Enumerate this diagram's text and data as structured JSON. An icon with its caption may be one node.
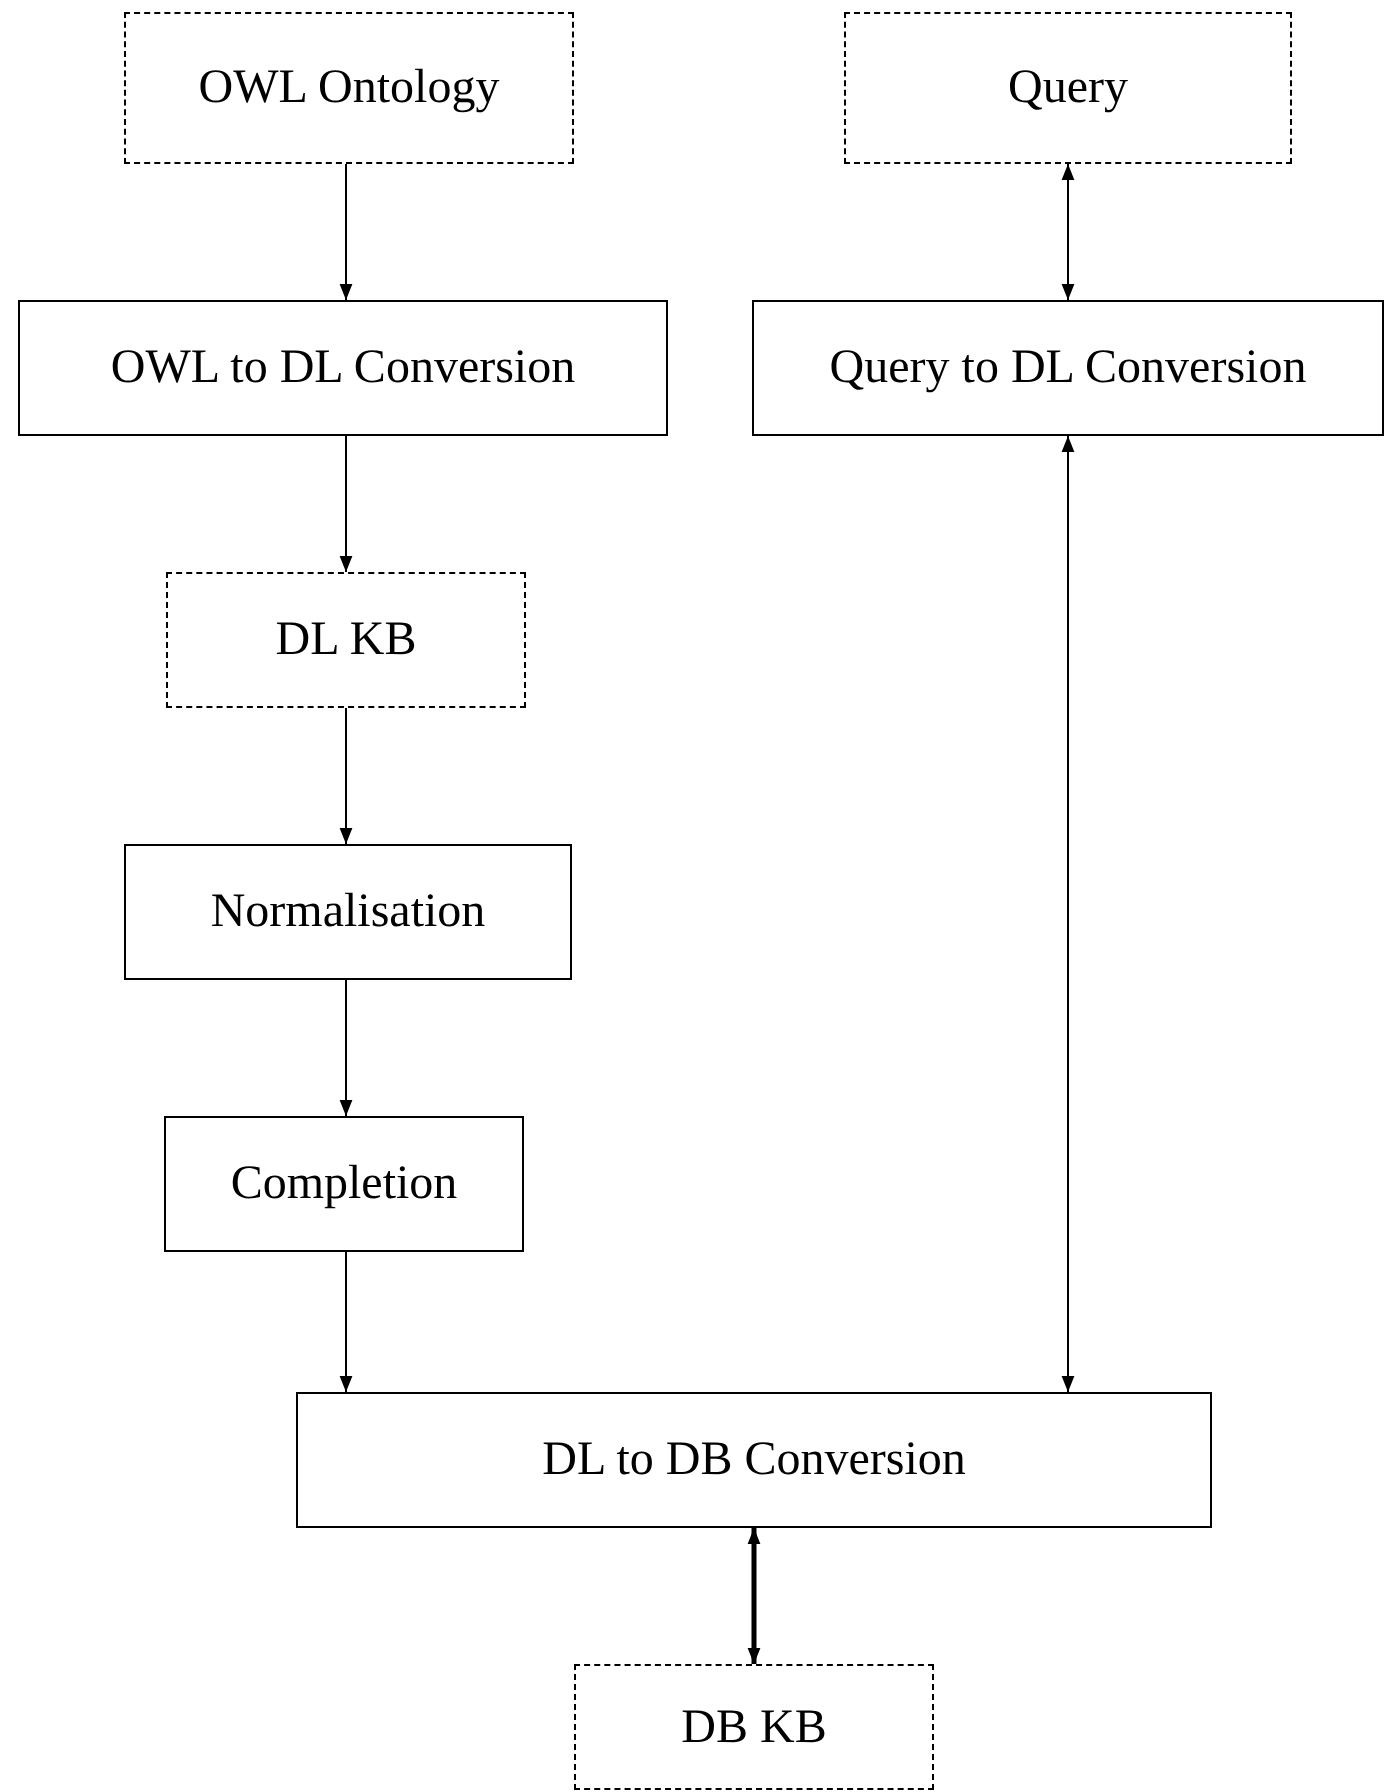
{
  "diagram": {
    "nodes": [
      {
        "text": [
          "OWL Ontology"
        ]
      },
      {
        "text": [
          "Query"
        ]
      },
      {
        "text": [
          "OWL to DL Conversion"
        ]
      },
      {
        "text": [
          "Query to DL Conversion"
        ]
      },
      {
        "text": [
          "DL KB"
        ]
      },
      {
        "text": [
          "Normalisation"
        ]
      },
      {
        "text": [
          "Completion"
        ]
      },
      {
        "text": [
          "DL to DB Conversion"
        ]
      },
      {
        "text": [
          "DB KB"
        ]
      }
    ],
    "edges": [
      {
        "from": 0,
        "to": 2,
        "arrow": "to"
      },
      {
        "from": 1,
        "to": 3,
        "arrow": "both"
      },
      {
        "from": 2,
        "to": 4,
        "arrow": "to"
      },
      {
        "from": 4,
        "to": 5,
        "arrow": "to"
      },
      {
        "from": 5,
        "to": 6,
        "arrow": "to"
      },
      {
        "from": 6,
        "to": 7,
        "arrow": "to"
      },
      {
        "from": 3,
        "to": 7,
        "arrow": "both"
      },
      {
        "from": 7,
        "to": 8,
        "arrow": "both",
        "style": "thick"
      }
    ]
  }
}
